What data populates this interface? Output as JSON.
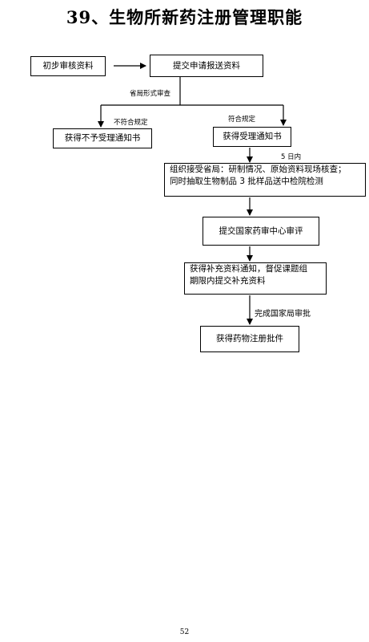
{
  "title": "39、生物所新药注册管理职能",
  "nodes": {
    "initial_review": "初步审核资料",
    "submit_application": "提交申请报送资料",
    "not_accepted_notice": "获得不予受理通知书",
    "accepted_notice": "获得受理通知书",
    "inspection_line1": "组织接受省局：研制情况、原始资料现场核查；",
    "inspection_line2": "同时抽取生物制品 3 批样品送中检院检测",
    "submit_center_review": "提交国家药审中心审评",
    "supplement_line1": "获得补充资料通知，督促课题组",
    "supplement_line2": "期限内提交补充资料",
    "approval": "获得药物注册批件"
  },
  "edge_labels": {
    "provincial_formal_review": "省局形式审查",
    "non_compliant": "不符合规定",
    "compliant": "符合规定",
    "five_days": "5 日内",
    "national_approval": "完成国家局审批"
  },
  "page_number": "52"
}
